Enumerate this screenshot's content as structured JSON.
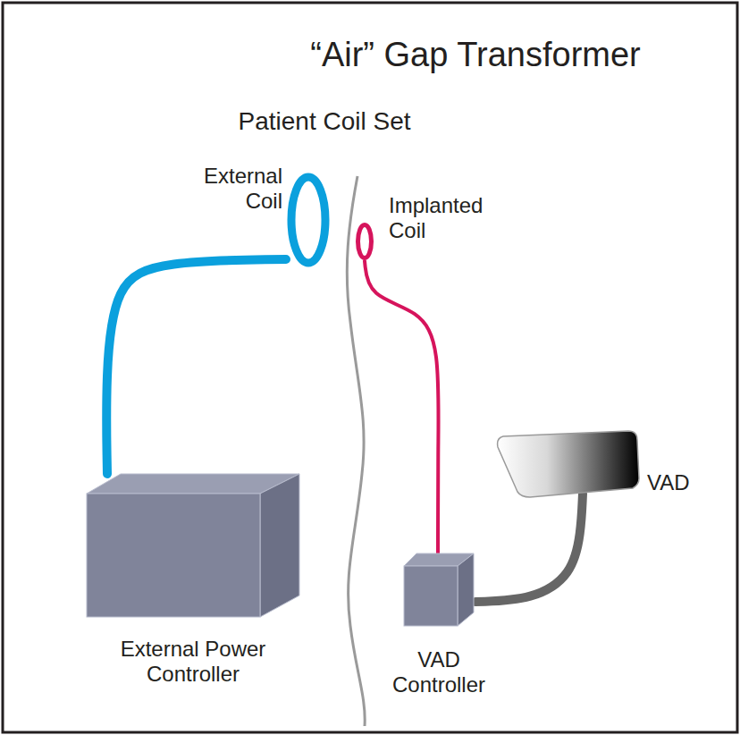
{
  "diagram": {
    "title": "“Air” Gap Transformer",
    "nodes": [
      {
        "text": [
          "External Coil"
        ]
      },
      {
        "text": [
          "Implanted Coil"
        ]
      },
      {
        "text": [
          "VAD"
        ]
      },
      {
        "text": [
          "External Power Controller"
        ]
      },
      {
        "text": [
          "VAD Controller"
        ]
      }
    ],
    "edges": [
      {
        "from": 3,
        "to": 0,
        "arrow": "none"
      },
      {
        "from": 1,
        "to": 4,
        "arrow": "none"
      },
      {
        "from": 4,
        "to": 2,
        "arrow": "none"
      }
    ],
    "labels": [
      "Patient Coil Set"
    ]
  }
}
